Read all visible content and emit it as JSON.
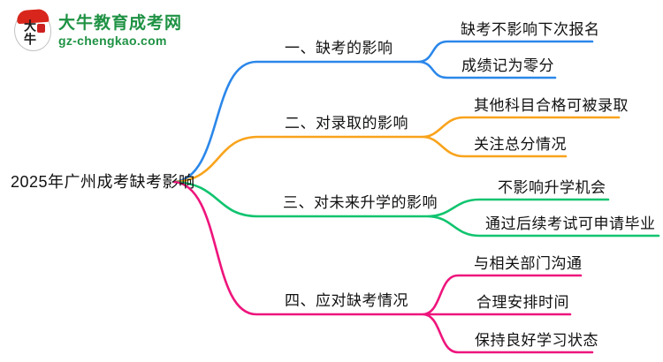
{
  "page": {
    "background": "#ffffff",
    "text_color": "#111111"
  },
  "logo": {
    "icon_text": "大牛",
    "title": "大牛教育成考网",
    "subtitle": "gz-chengkao.com",
    "brand_color": "#1f9244",
    "icon_red": "#d8261c"
  },
  "mindmap": {
    "root": {
      "label": "2025年广州成考缺考影响"
    },
    "branches": [
      {
        "label": "一、缺考的影响",
        "color": "#2b87ea",
        "children": [
          {
            "label": "缺考不影响下次报名"
          },
          {
            "label": "成绩记为零分"
          }
        ]
      },
      {
        "label": "二、对录取的影响",
        "color": "#f9a31b",
        "children": [
          {
            "label": "其他科目合格可被录取"
          },
          {
            "label": "关注总分情况"
          }
        ]
      },
      {
        "label": "三、对未来升学的影响",
        "color": "#10c46f",
        "children": [
          {
            "label": "不影响升学机会"
          },
          {
            "label": "通过后续考试可申请毕业"
          }
        ]
      },
      {
        "label": "四、应对缺考情况",
        "color": "#ee157c",
        "children": [
          {
            "label": "与相关部门沟通"
          },
          {
            "label": "合理安排时间"
          },
          {
            "label": "保持良好学习状态"
          }
        ]
      }
    ]
  }
}
